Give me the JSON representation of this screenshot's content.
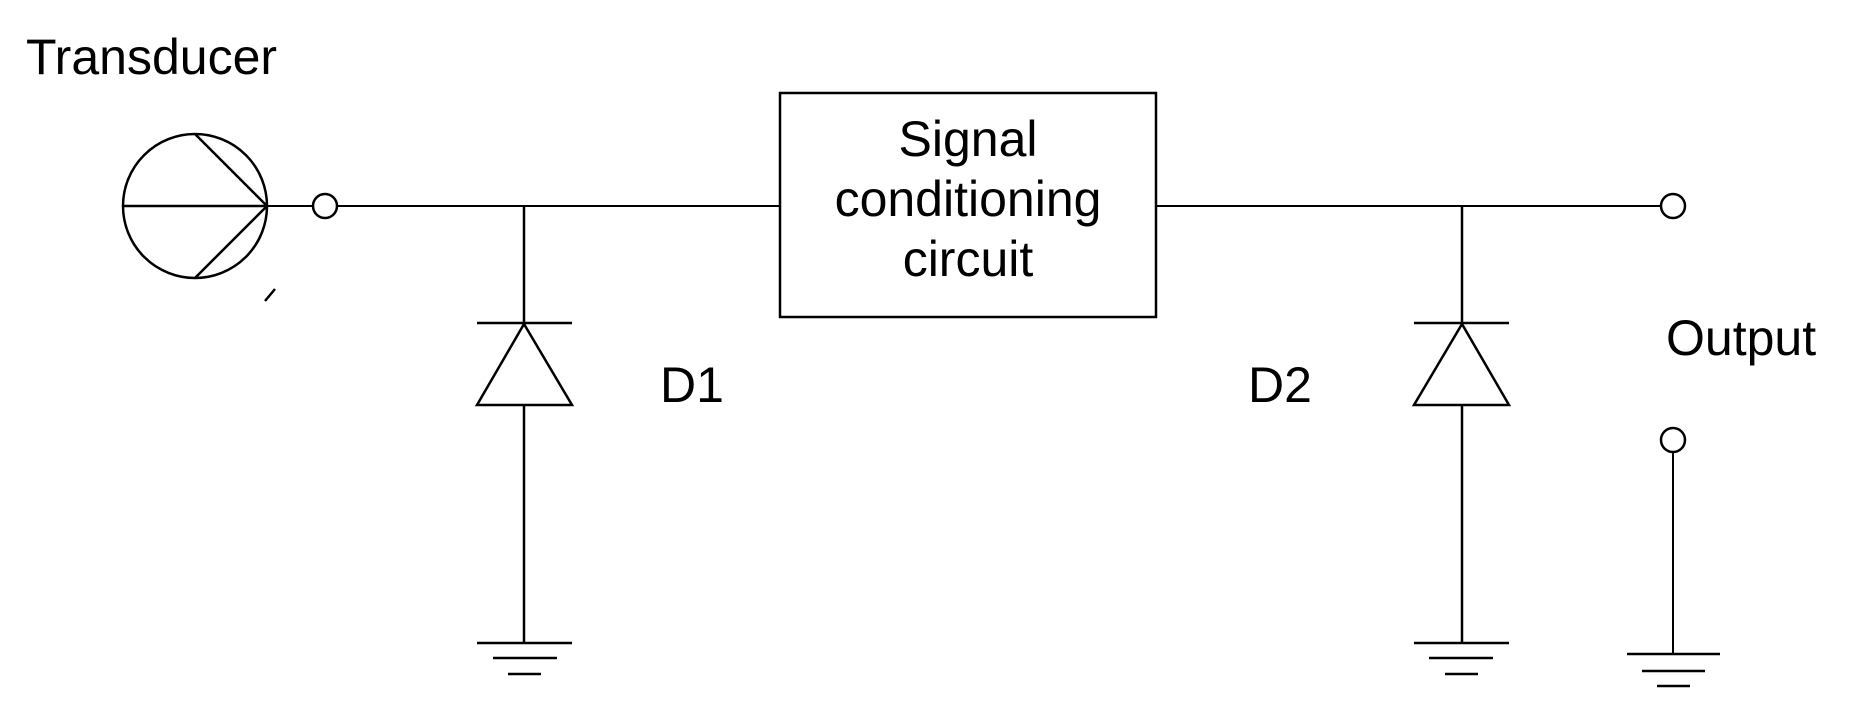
{
  "diagram": {
    "labels": {
      "transducer": "Transducer",
      "d1": "D1",
      "d2": "D2",
      "output": "Output",
      "box": "Signal conditioning circuit"
    },
    "components": [
      {
        "id": "transducer",
        "label": "Transducer",
        "type": "transducer-source-symbol"
      },
      {
        "id": "d1",
        "label": "D1",
        "type": "protection-diode-to-ground"
      },
      {
        "id": "signal-conditioning",
        "label": "Signal conditioning circuit",
        "type": "block"
      },
      {
        "id": "d2",
        "label": "D2",
        "type": "protection-diode-to-ground"
      },
      {
        "id": "output",
        "label": "Output",
        "type": "terminal-pair-with-ground"
      }
    ],
    "colors": {
      "line": "#000000",
      "text": "#000000",
      "background": "#ffffff"
    }
  }
}
